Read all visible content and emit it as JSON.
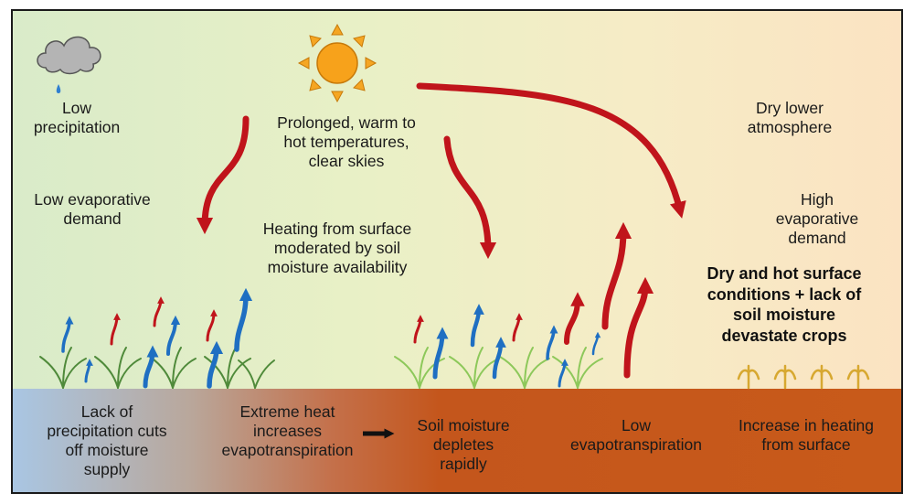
{
  "labels": {
    "low_precip": [
      "Low",
      "precipitation"
    ],
    "sun_text": [
      "Prolonged, warm to",
      "hot temperatures,",
      "clear skies"
    ],
    "dry_atm": [
      "Dry lower",
      "atmosphere"
    ],
    "low_evap_demand": [
      "Low evaporative",
      "demand"
    ],
    "heating_surface": [
      "Heating from surface",
      "moderated by soil",
      "moisture availability"
    ],
    "high_evap_demand": [
      "High",
      "evaporative",
      "demand"
    ],
    "crops_devastated": [
      "Dry and hot surface",
      "conditions + lack of",
      "soil moisture",
      "devastate crops"
    ]
  },
  "ground_labels": {
    "lack_precip": [
      "Lack of",
      "precipitation cuts",
      "off moisture",
      "supply"
    ],
    "extreme_heat": [
      "Extreme heat",
      "increases",
      "evapotranspiration"
    ],
    "soil_depletes": [
      "Soil moisture",
      "depletes",
      "rapidly"
    ],
    "low_et": [
      "Low",
      "evapotranspiration"
    ],
    "increase_heating": [
      "Increase in heating",
      "from surface"
    ]
  },
  "colors": {
    "red_arrow": "#c0141b",
    "blue_arrow": "#1f6fc2",
    "grass_green": "#4f8a3a",
    "grass_light": "#8dc85a",
    "dead_crop": "#d7a830",
    "sun": "#f5a623",
    "cloud": "#b4b4b4"
  },
  "icons": [
    "cloud-icon",
    "raindrop-icon",
    "sun-icon",
    "grass-icon",
    "dead-crop-icon",
    "black-arrow-icon"
  ]
}
